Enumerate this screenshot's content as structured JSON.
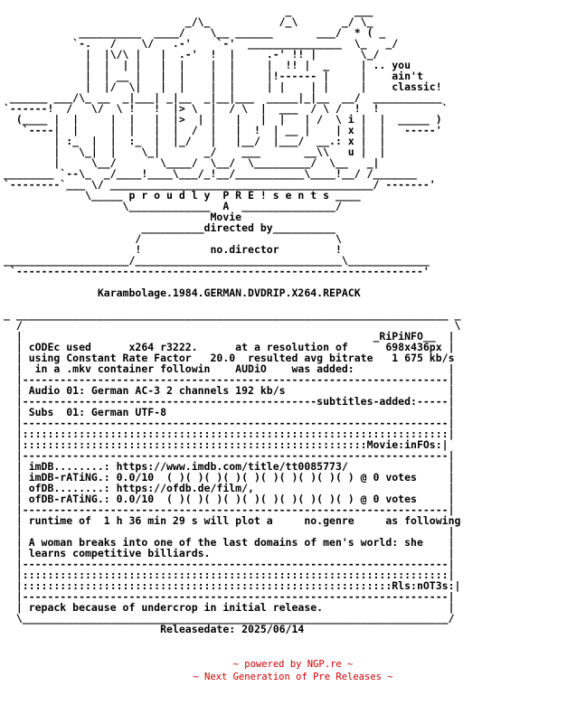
{
  "nfo_lines": [
    "                                             _          ___",
    "                             _/\\_           /_\\       _/ \\_",
    "            __________  ____/    \\__ ______       ___/  * ( _",
    "           `-.   /    \\/   .-'    `-'  _______________  \\_   _/",
    "             |  |\\/\\ |   |  .-'  !  |     .-' !! |       \\_/",
    "             |  |  | |   |  |    |  |     |  !! |  _     | .. you",
    "             |  | __ |   |  |    |  |     |!------ |     |    ain't",
    "             |  |/  \\|   |  |    |  |     | |    | |     |    classic!",
    " ______ ___/\\_ __  _|___| _|__  _|__|___  _____|_|__  __/  ___________",
    "`------!  /   \\/  \\ !   !  |> \\  |  / \\  |  ___  / \\ /  !  !          `",
    "  (____ |  |     |  |   |  |>  | |   |   |  |   | /  \\ i |  |  _____ )",
    "   `----|  |     |  |   |  |  /  |   |  !  | __ |    | x |  |   -----'",
    "        | :_  |  |  :_  |  |_/   |   |__/  |___/  __.: x |  |",
    "        |   \\_|  |    \\_|       _/    ___       __\\\\   u |  |",
    "        |     \\__/       \\____/  \\__/  \\_________/  \\__   _|",
    "________ `--\\_  _/____!____\\___/_!__/___________\\____!__/ /_______",
    "`--------`___ \\/ __________________________________________/ -------'",
    "             \\_____ p r o u d l y  P R E ! s e n t s ____",
    "                   \\_____________  A  _______________/",
    "                                 Movie",
    "                      __________directed by__________",
    "                     /                               \\",
    "                     !           no.director         !",
    "____________________/_________________________________\\_____________",
    " `-----------------------------------------------------------------'",
    "",
    "               Karambolage.1984.GERMAN.DVDRIP.X264.REPACK",
    "",
    "_ _____________________________________________________________________ _",
    "  /                                                                     \\",
    "  |                                                        _RiPiNFO__  |",
    "  | cODEc used      x264 r3222.      at a resolution of      698x436px |",
    "  | using Constant Rate Factor   20.0  resulted avg bitrate   1 675 kb/s",
    "  |  in a .mkv container followin    AUDiO    was added:               |",
    "  |--------------------------------------------------------------------|",
    "  | Audio 01: German AC-3 2 channels 192 kb/s                          |",
    "  |-----------------------------------------------subtitles-added:-----|",
    "  | Subs  01: German UTF-8                                             |",
    "  |--------------------------------------------------------------------|",
    "  |::::::::::::::::::::::::::::::::::::::::::::::::::::::::::::::::::::|",
    "  |:::::::::::::::::::::::::::::::::::::::::::::::::::::::Movie:inFOs:|",
    "  |--------------------------------------------------------------------|",
    "  | imDB........: https://www.imdb.com/title/tt0085773/                |",
    "  | imDB-rATiNG.: 0.0/10  ( )( )( )( )( )( )( )( )( )( ) @ 0 votes     |",
    "  | ofDB........: https://ofdb.de/film/,                               |",
    "  | ofDB-rATiNG.: 0.0/10  ( )( )( )( )( )( )( )( )( )( ) @ 0 votes     |",
    "  |--------------------------------------------------------------------|",
    "  | runtime of  1 h 36 min 29 s will plot a     no.genre     as following",
    "  |                                                                    |",
    "  | A woman breaks into one of the last domains of men's world: she    |",
    "  | learns competitive billiards.                                      |",
    "  |--------------------------------------------------------------------|",
    "  |::::::::::::::::::::::::::::::::::::::::::::::::::::::::::::::::::::|",
    "  |:::::::::::::::::::::::::::::::::::::::::::::::::::::::::::Rls:nOT3s:|",
    "  |--------------------------------------------------------------------|",
    "  | repack because of undercrop in initial release.                    |",
    "  \\____________________________________________________________________/",
    "                         Releasedate: 2025/06/14"
  ],
  "footer": {
    "line1": "~ powered by NGP.re ~",
    "line2": "~ Next Generation of Pre Releases ~",
    "color": "#cc0000"
  }
}
